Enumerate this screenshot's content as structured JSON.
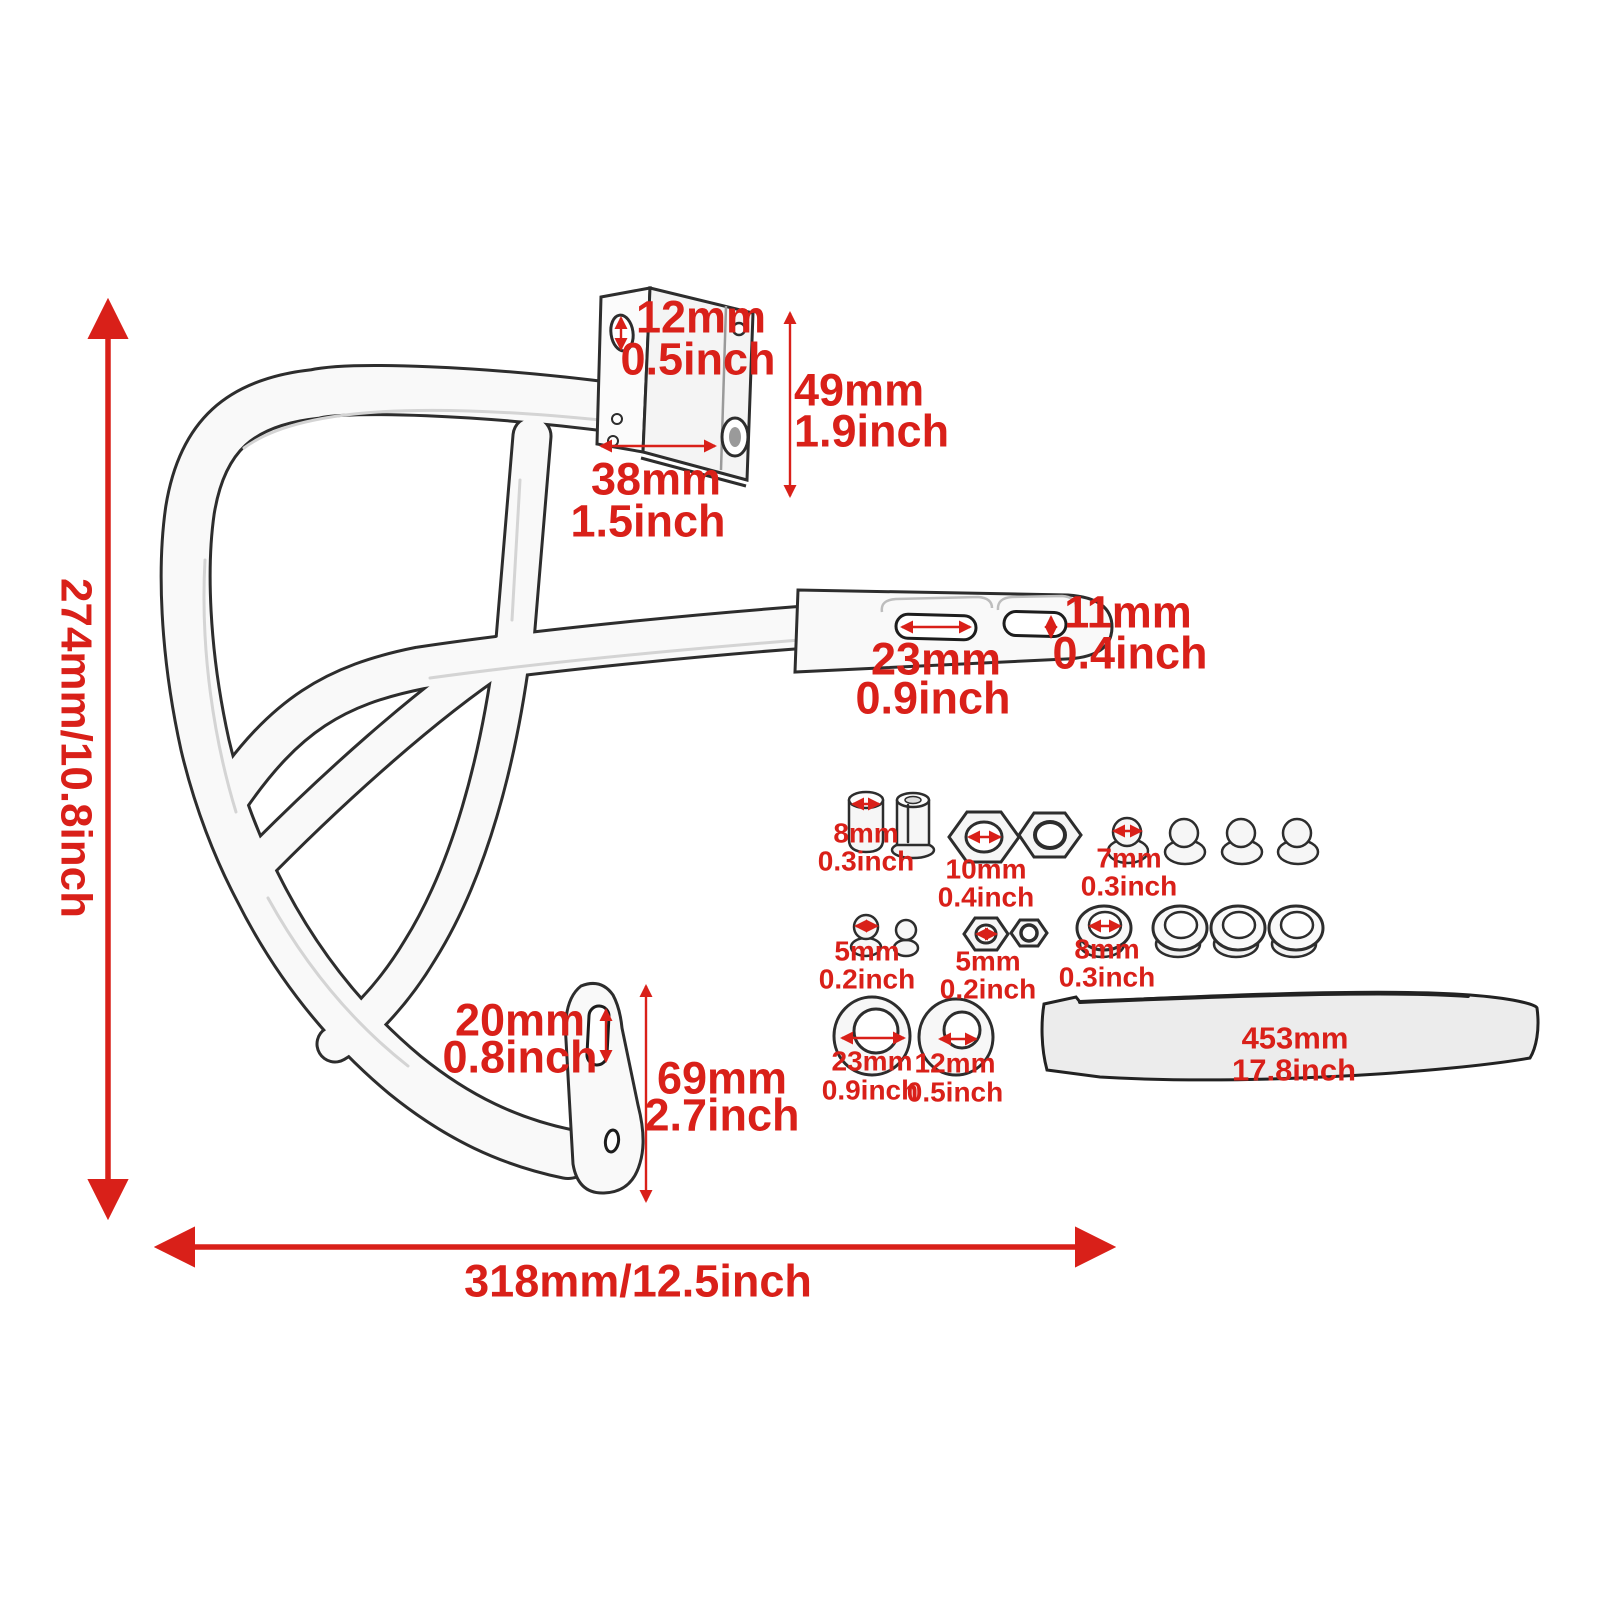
{
  "colors": {
    "dimension_red": "#d92019",
    "sketch_line": "#2d2d2d",
    "metal_fill": "#f9f9f9",
    "background": "#ffffff"
  },
  "dims": {
    "overall_height": "274mm/10.8inch",
    "overall_width": "318mm/12.5inch",
    "block_hole_mm": "12mm",
    "block_hole_in": "0.5inch",
    "block_h_mm": "49mm",
    "block_h_in": "1.9inch",
    "block_w_mm": "38mm",
    "block_w_in": "1.5inch",
    "slot_len_mm": "23mm",
    "slot_len_in": "0.9inch",
    "slot_w_mm": "11mm",
    "slot_w_in": "0.4inch",
    "tab_slot_mm": "20mm",
    "tab_slot_in": "0.8inch",
    "tab_h_mm": "69mm",
    "tab_h_in": "2.7inch"
  },
  "hw": {
    "standoff_mm": "8mm",
    "standoff_in": "0.3inch",
    "nut_lg_mm": "10mm",
    "nut_lg_in": "0.4inch",
    "screw7_mm": "7mm",
    "screw7_in": "0.3inch",
    "screw5_mm": "5mm",
    "screw5_in": "0.2inch",
    "nut_sm_mm": "5mm",
    "nut_sm_in": "0.2inch",
    "bushing_mm": "8mm",
    "bushing_in": "0.3inch",
    "washer_lg_mm": "23mm",
    "washer_lg_in": "0.9inch",
    "washer_sm_mm": "12mm",
    "washer_sm_in": "0.5inch",
    "strip_mm": "453mm",
    "strip_in": "17.8inch"
  }
}
